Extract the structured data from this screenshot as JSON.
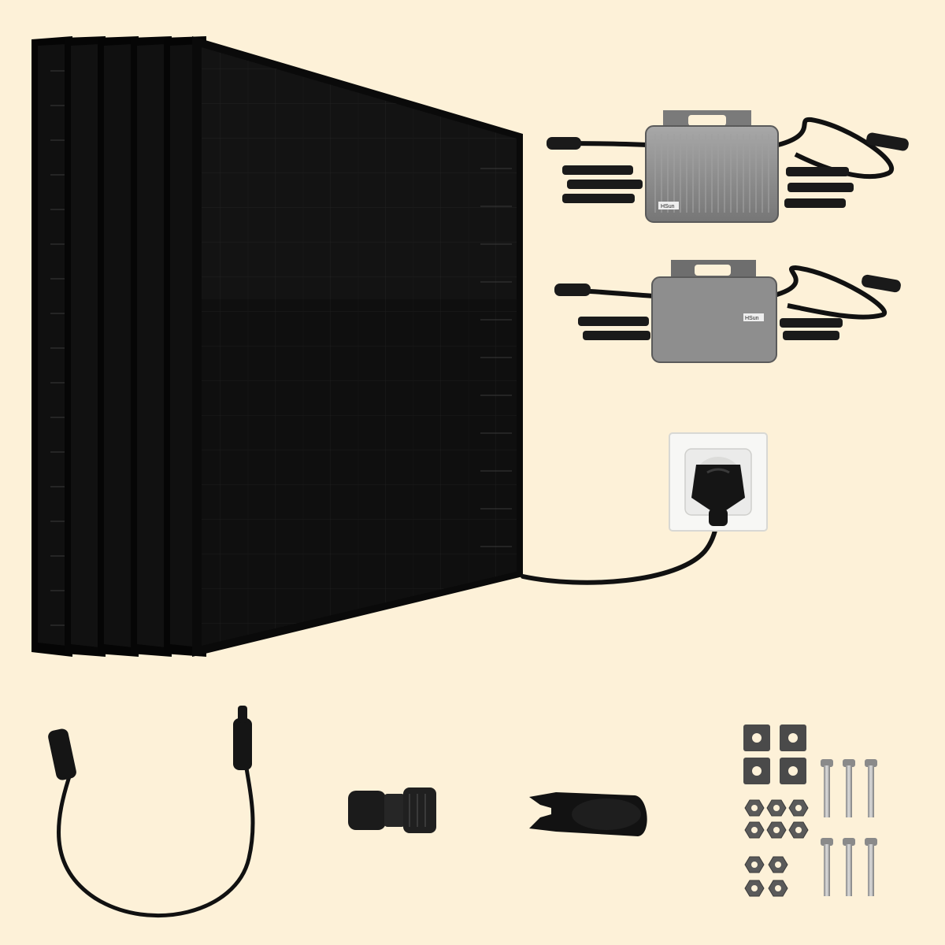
{
  "scene": {
    "background_color": "#fdf1d8",
    "panel_color": "#0c0c0c",
    "inverter_color": "#8e8e8e",
    "cable_color": "#111111"
  },
  "items": {
    "solar_panels": {
      "count": 6
    },
    "inverters": [
      {
        "brand": "HSun",
        "input_connectors": 4
      },
      {
        "brand": "HSun",
        "input_connectors": 2
      }
    ],
    "wall_socket": {
      "type": "schuko"
    },
    "extension_cable": {
      "type": "mc4-cable"
    },
    "ac_connector": {
      "type": "betteri-connector"
    },
    "unlock_tool": {
      "type": "mc4-disconnect-tool"
    },
    "mounting_hardware": {
      "washers": 4,
      "bolts": 6,
      "nuts": 10
    }
  }
}
